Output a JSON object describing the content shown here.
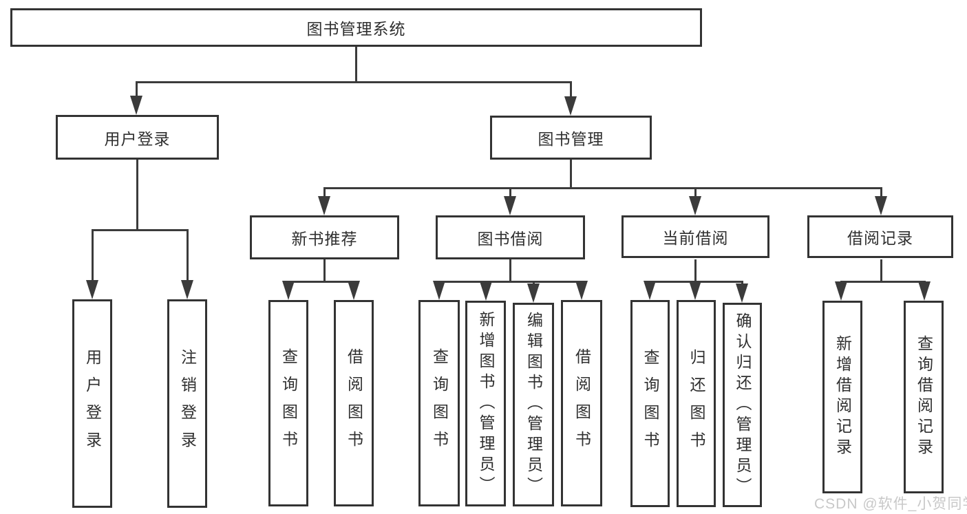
{
  "diagram": {
    "title": "图书管理系统",
    "watermark": "CSDN @软件_小贺同学",
    "colors": {
      "line": "#3b3b3b",
      "box_border": "#333333",
      "box_fill": "#ffffff",
      "text": "#2f2f2f",
      "watermark_text": "#c8c8c8"
    },
    "nodes": [
      {
        "id": "library-system",
        "label": "图书管理系统",
        "level": 1,
        "parent": null
      },
      {
        "id": "user-login",
        "label": "用户登录",
        "level": 2,
        "parent": "library-system"
      },
      {
        "id": "book-management",
        "label": "图书管理",
        "level": 2,
        "parent": "library-system"
      },
      {
        "id": "new-book-recommend",
        "label": "新书推荐",
        "level": 3,
        "parent": "book-management"
      },
      {
        "id": "book-borrowing",
        "label": "图书借阅",
        "level": 3,
        "parent": "book-management"
      },
      {
        "id": "current-borrowing",
        "label": "当前借阅",
        "level": 3,
        "parent": "book-management"
      },
      {
        "id": "borrowing-records",
        "label": "借阅记录",
        "level": 3,
        "parent": "book-management"
      },
      {
        "id": "leaf-user-login",
        "label": "用户登录",
        "level": 4,
        "parent": "user-login"
      },
      {
        "id": "leaf-logout",
        "label": "注销登录",
        "level": 4,
        "parent": "user-login"
      },
      {
        "id": "leaf-rec-query-book",
        "label": "查询图书",
        "level": 4,
        "parent": "new-book-recommend"
      },
      {
        "id": "leaf-rec-borrow-book",
        "label": "借阅图书",
        "level": 4,
        "parent": "new-book-recommend"
      },
      {
        "id": "leaf-bb-query-book",
        "label": "查询图书",
        "level": 4,
        "parent": "book-borrowing"
      },
      {
        "id": "leaf-bb-add-book",
        "label": "新增图书（管理员）",
        "level": 4,
        "parent": "book-borrowing"
      },
      {
        "id": "leaf-bb-edit-book",
        "label": "编辑图书（管理员）",
        "level": 4,
        "parent": "book-borrowing"
      },
      {
        "id": "leaf-bb-borrow-book",
        "label": "借阅图书",
        "level": 4,
        "parent": "book-borrowing"
      },
      {
        "id": "leaf-cb-query-book",
        "label": "查询图书",
        "level": 4,
        "parent": "current-borrowing"
      },
      {
        "id": "leaf-cb-return-book",
        "label": "归还图书",
        "level": 4,
        "parent": "current-borrowing"
      },
      {
        "id": "leaf-cb-confirm-return",
        "label": "确认归还（管理员）",
        "level": 4,
        "parent": "current-borrowing"
      },
      {
        "id": "leaf-br-add-record",
        "label": "新增借阅记录",
        "level": 4,
        "parent": "borrowing-records"
      },
      {
        "id": "leaf-br-query-record",
        "label": "查询借阅记录",
        "level": 4,
        "parent": "borrowing-records"
      }
    ]
  }
}
